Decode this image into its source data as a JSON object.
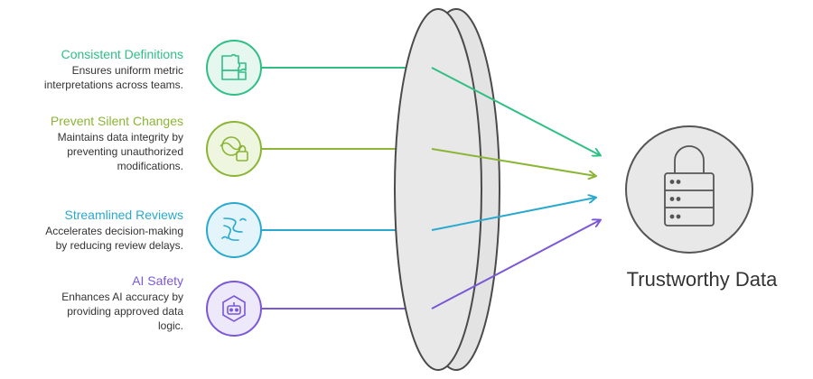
{
  "items": [
    {
      "title": "Consistent Definitions",
      "description": [
        "Ensures uniform metric",
        "interpretations across teams."
      ],
      "color": "#2fbf85",
      "icon": "puzzle-icon"
    },
    {
      "title": "Prevent Silent Changes",
      "description": [
        "Maintains data integrity by",
        "preventing unauthorized",
        "modifications."
      ],
      "color": "#8bb534",
      "icon": "eye-lock-icon"
    },
    {
      "title": "Streamlined Reviews",
      "description": [
        "Accelerates decision-making",
        "by reducing review delays."
      ],
      "color": "#2aa9cf",
      "icon": "river-icon"
    },
    {
      "title": "AI Safety",
      "description": [
        "Enhances AI accuracy by",
        "providing approved data",
        "logic."
      ],
      "color": "#7a58d6",
      "icon": "robot-icon"
    }
  ],
  "result": {
    "label": "Trustworthy Data",
    "icon": "lock-server-icon"
  },
  "lens": {
    "icon": "lens-icon"
  }
}
